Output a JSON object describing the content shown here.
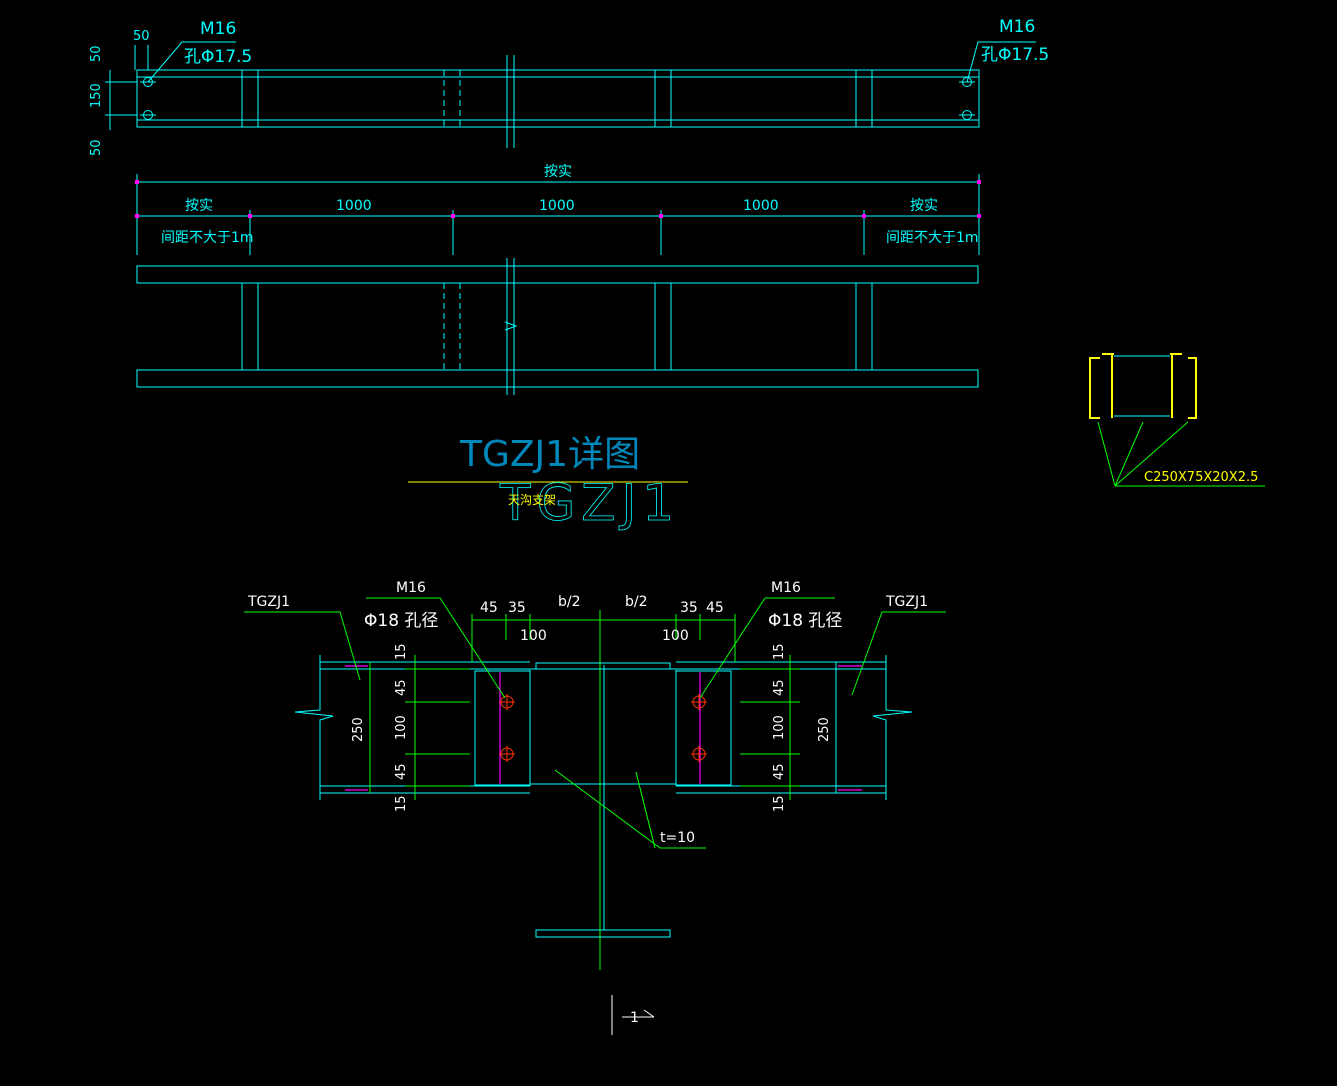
{
  "colors": {
    "background": "#000000",
    "cyan": "#00ffff",
    "green": "#00ff00",
    "magenta": "#ff00ff",
    "yellow": "#ffff00",
    "white": "#ffffff",
    "title": "#0099cc"
  },
  "top_view": {
    "bolt_left": "M16",
    "hole_left": "孔Φ17.5",
    "bolt_right": "M16",
    "hole_right": "孔Φ17.5",
    "dim_edge_top": "50",
    "dim_pitch": "150",
    "dim_edge_bottom": "50",
    "dim_end_offset": "50"
  },
  "elevation": {
    "overall": "按实",
    "end_left": "按实",
    "spacing_1": "1000",
    "spacing_2": "1000",
    "spacing_3": "1000",
    "end_right": "按实",
    "note_left": "间距不大于1m",
    "note_right": "间距不大于1m"
  },
  "title_block": {
    "detail_title": "TGZJ1详图",
    "large_label": "TGZJ1",
    "subtitle": "天沟支架"
  },
  "section_c": {
    "label": "C250X75X20X2.5"
  },
  "connection": {
    "member_left": "TGZJ1",
    "member_right": "TGZJ1",
    "bolt_left": "M16",
    "hole_left": "Φ18 孔径",
    "bolt_right": "M16",
    "hole_right": "Φ18 孔径",
    "top_dims": [
      "45",
      "35",
      "b/2",
      "b/2",
      "35",
      "45"
    ],
    "sub_left": "100",
    "sub_right": "100",
    "vert_left": [
      "15",
      "45",
      "100",
      "45",
      "15"
    ],
    "vert_right": [
      "15",
      "45",
      "100",
      "45",
      "15"
    ],
    "depth_left": "250",
    "depth_right": "250",
    "plate_thickness": "t=10",
    "section_mark": "1"
  }
}
